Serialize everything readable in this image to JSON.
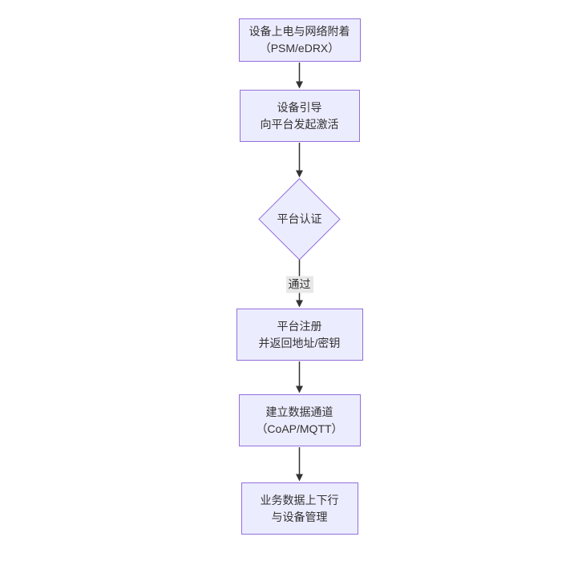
{
  "diagram": {
    "type": "flowchart-top-down",
    "nodes": {
      "power_on": {
        "line1": "设备上电与网络附着",
        "line2": "（PSM/eDRX）"
      },
      "bootstrap": {
        "line1": "设备引导",
        "line2": "向平台发起激活"
      },
      "auth": {
        "label": "平台认证"
      },
      "register": {
        "line1": "平台注册",
        "line2": "并返回地址/密钥"
      },
      "channel": {
        "line1": "建立数据通道",
        "line2": "（CoAP/MQTT）"
      },
      "business": {
        "line1": "业务数据上下行",
        "line2": "与设备管理"
      }
    },
    "edges": {
      "auth_to_register_label": "通过"
    },
    "colors": {
      "node_fill": "#ECECFF",
      "node_border": "#9370DB",
      "text": "#333333",
      "edge_line": "#333333",
      "edge_label_bg": "#e8e8e8",
      "background": "#ffffff"
    }
  }
}
